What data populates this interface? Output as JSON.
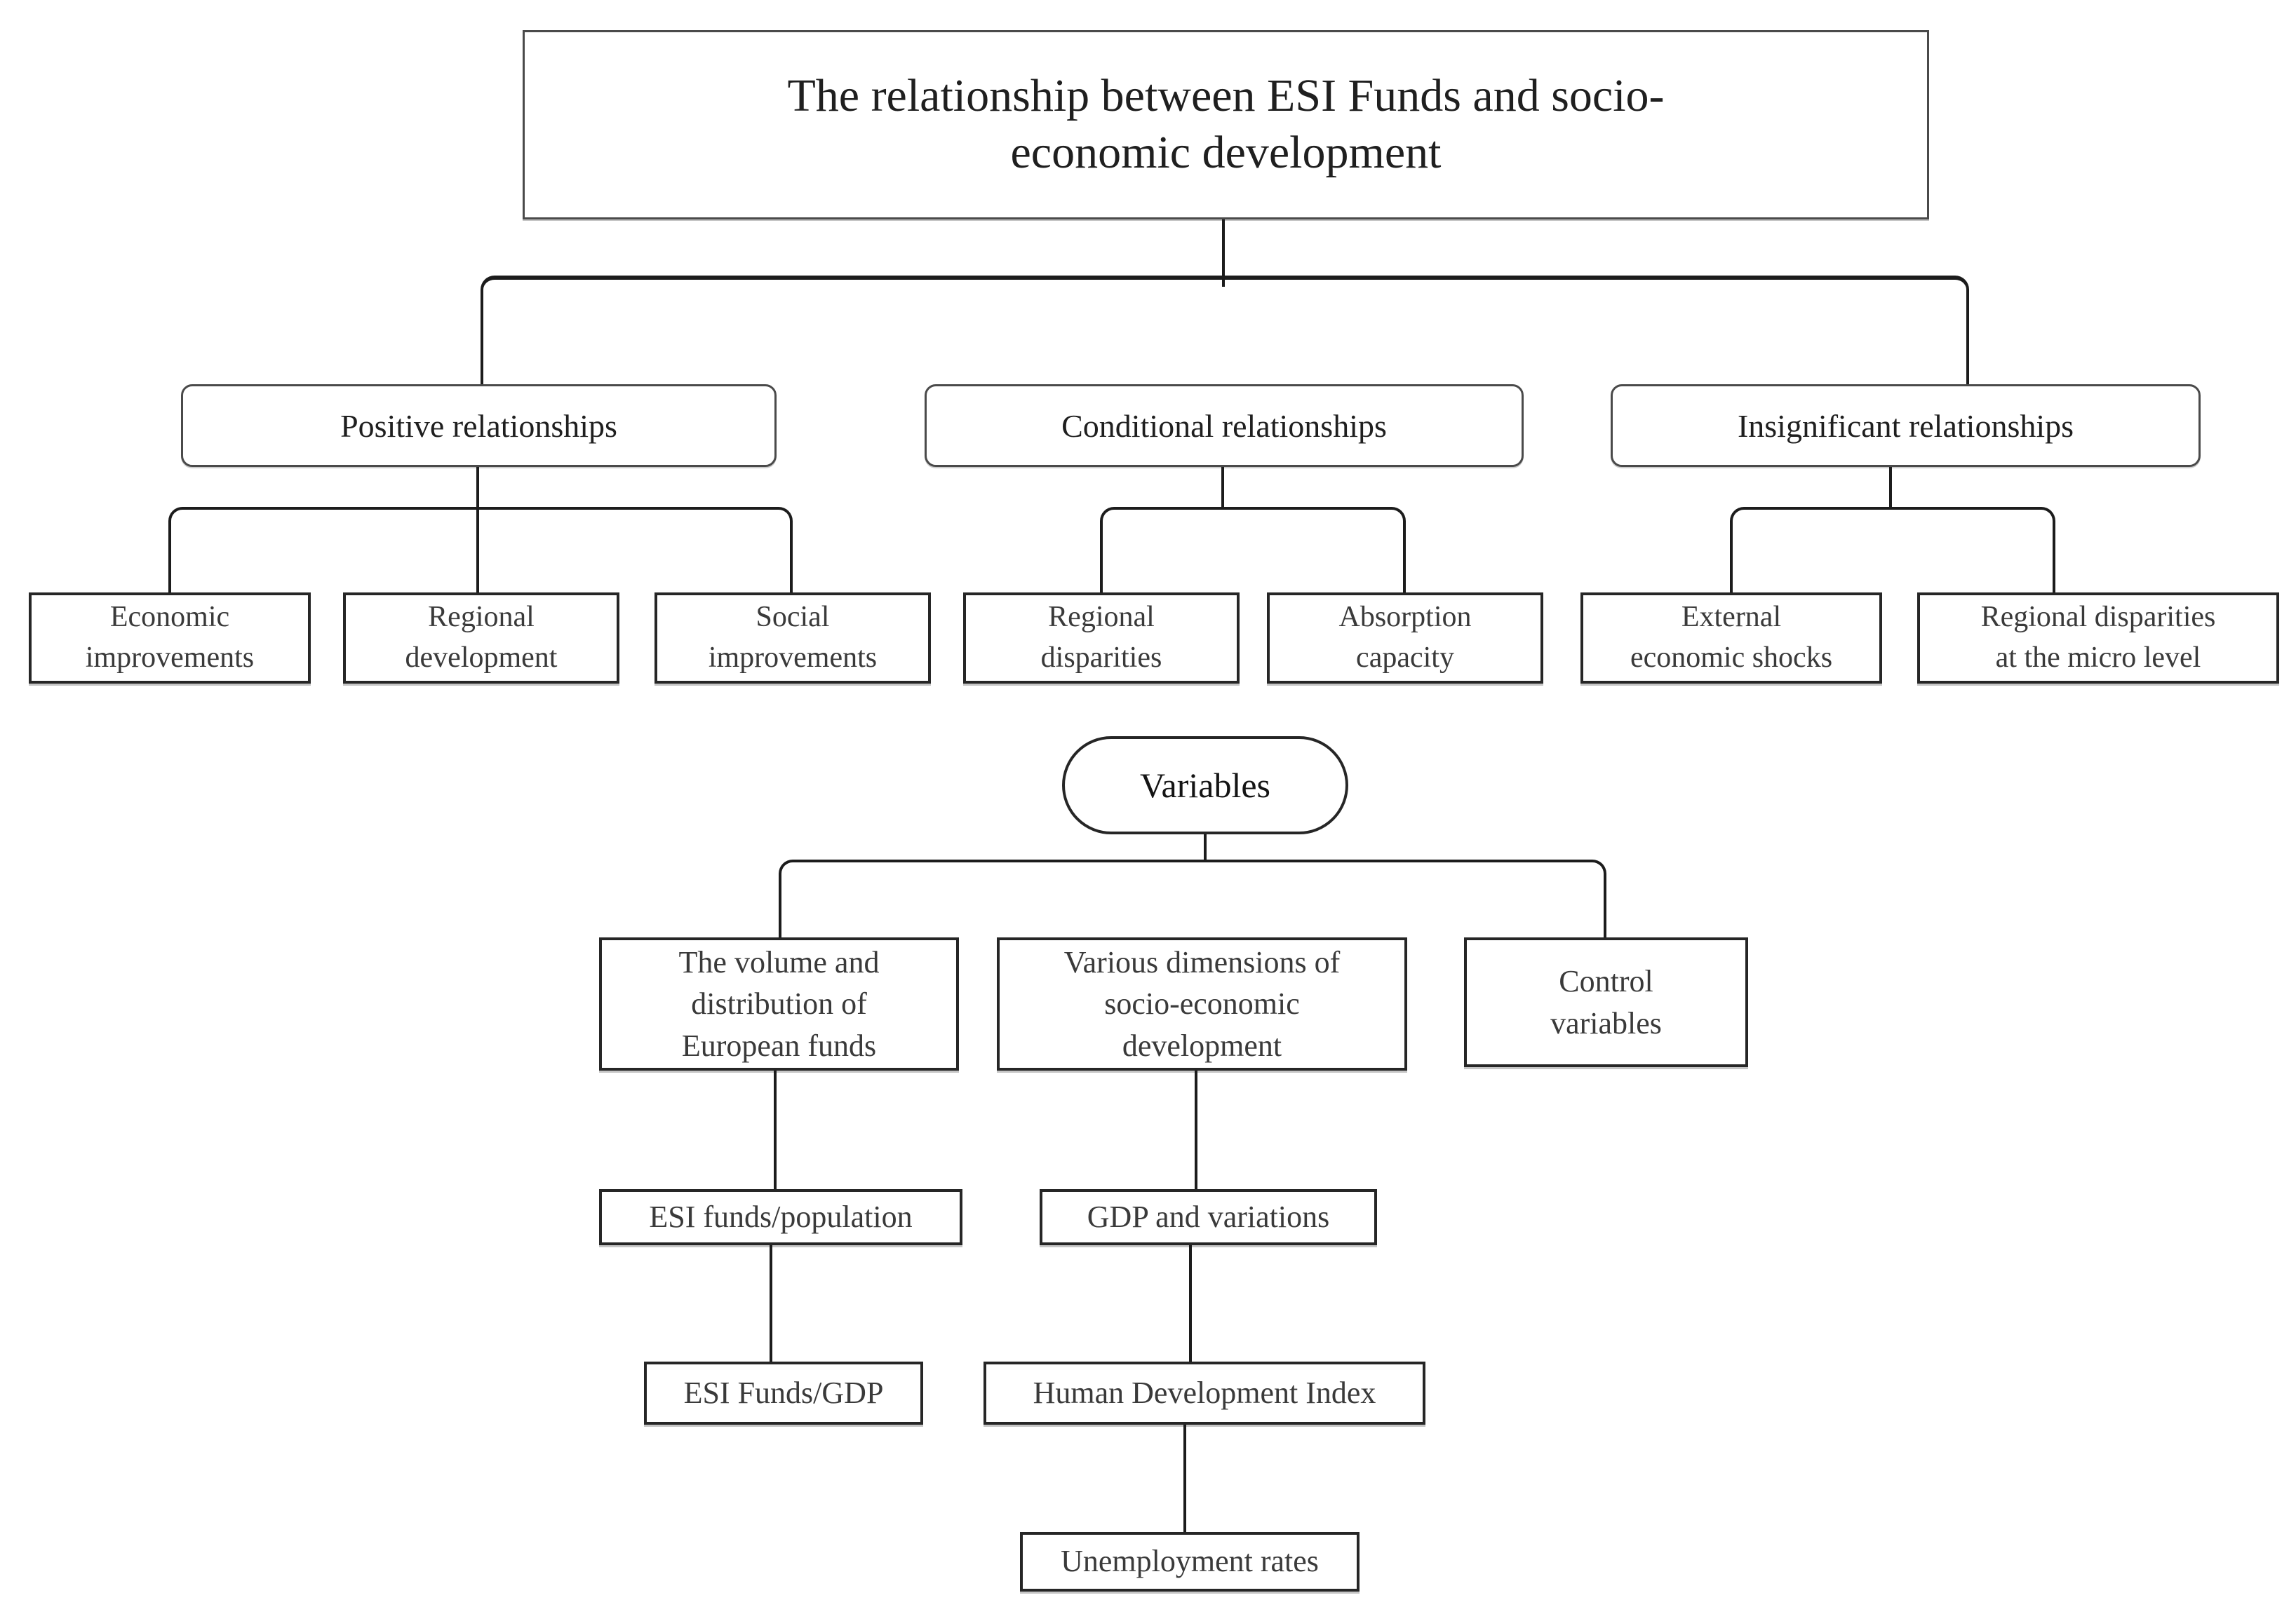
{
  "colors": {
    "background": "#ffffff",
    "connector_line": "#1c1c1c",
    "box_border_heavy": "#262626",
    "box_border_soft": "#4a4a4a",
    "text": "#2f2f2f"
  },
  "diagram": {
    "title": "The relationship between ESI Funds and socio-\neconomic development",
    "branches": [
      {
        "label": "Positive relationships",
        "children": [
          {
            "label": "Economic\nimprovements"
          },
          {
            "label": "Regional\ndevelopment"
          },
          {
            "label": "Social\nimprovements"
          }
        ]
      },
      {
        "label": "Conditional relationships",
        "children": [
          {
            "label": "Regional\ndisparities"
          },
          {
            "label": "Absorption\ncapacity"
          }
        ]
      },
      {
        "label": "Insignificant relationships",
        "children": [
          {
            "label": "External\neconomic shocks"
          },
          {
            "label": "Regional disparities\nat the micro level"
          }
        ]
      }
    ],
    "variables": {
      "label": "Variables",
      "groups": [
        {
          "label": "The volume and\ndistribution of\nEuropean funds",
          "indicators": [
            {
              "label": "ESI funds/population"
            },
            {
              "label": "ESI Funds/GDP"
            }
          ]
        },
        {
          "label": "Various dimensions of\nsocio-economic\ndevelopment",
          "indicators": [
            {
              "label": "GDP and variations"
            },
            {
              "label": "Human Development Index"
            },
            {
              "label": "Unemployment rates"
            }
          ]
        },
        {
          "label": "Control\nvariables",
          "indicators": []
        }
      ]
    }
  }
}
